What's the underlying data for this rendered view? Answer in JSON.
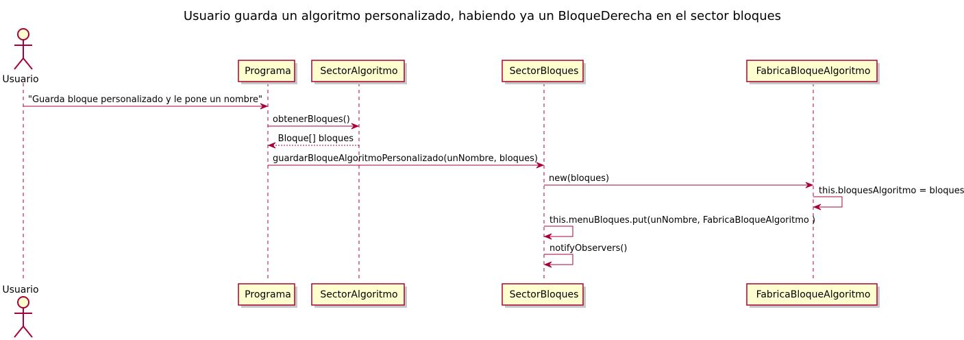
{
  "title": "Usuario guarda un algoritmo personalizado, habiendo ya un BloqueDerecha en el sector bloques",
  "participants": [
    {
      "id": "usuario",
      "label": "Usuario",
      "kind": "actor"
    },
    {
      "id": "programa",
      "label": "Programa",
      "kind": "participant"
    },
    {
      "id": "sectoralgoritmo",
      "label": "SectorAlgoritmo",
      "kind": "participant"
    },
    {
      "id": "sectorbloques",
      "label": "SectorBloques",
      "kind": "participant"
    },
    {
      "id": "fabrica",
      "label": "FabricaBloqueAlgoritmo",
      "kind": "participant"
    }
  ],
  "messages": [
    {
      "from": "usuario",
      "to": "programa",
      "label": "\"Guarda bloque personalizado y le pone un nombre\"",
      "style": "solid"
    },
    {
      "from": "programa",
      "to": "sectoralgoritmo",
      "label": "obtenerBloques()",
      "style": "solid"
    },
    {
      "from": "sectoralgoritmo",
      "to": "programa",
      "label": "Bloque[] bloques",
      "style": "dashed"
    },
    {
      "from": "programa",
      "to": "sectorbloques",
      "label": "guardarBloqueAlgoritmoPersonalizado(unNombre, bloques)",
      "style": "solid"
    },
    {
      "from": "sectorbloques",
      "to": "fabrica",
      "label": "new(bloques)",
      "style": "solid"
    },
    {
      "from": "fabrica",
      "to": "fabrica",
      "label": "this.bloquesAlgoritmo = bloques",
      "style": "solid"
    },
    {
      "from": "sectorbloques",
      "to": "sectorbloques",
      "label": "this.menuBloques.put(unNombre, FabricaBloqueAlgoritmo )",
      "style": "solid"
    },
    {
      "from": "sectorbloques",
      "to": "sectorbloques",
      "label": "notifyObservers()",
      "style": "solid"
    }
  ],
  "colors": {
    "border": "#A80036",
    "fill": "#FEFECE",
    "shadow": "#c8c8c8"
  }
}
